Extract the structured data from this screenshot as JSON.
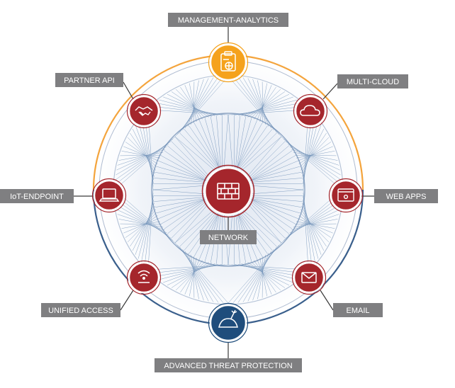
{
  "title": "",
  "colors": {
    "label_bg": "#7f7f81",
    "label_text": "#ffffff",
    "node_red": "#a5262c",
    "node_orange": "#f5a21c",
    "node_navy": "#1f4d7c",
    "orange_arc": "#f4a43c",
    "navy_arc": "#3a5f8c",
    "mesh": "#4e77a7"
  },
  "center": {
    "label": "NETWORK",
    "icon": "firewall-brick-icon"
  },
  "nodes": [
    {
      "key": "management",
      "label": "MANAGEMENT-ANALYTICS",
      "icon": "clipboard-chart-icon",
      "style": "orange"
    },
    {
      "key": "multicloud",
      "label": "MULTI-CLOUD",
      "icon": "cloud-icon",
      "style": "red"
    },
    {
      "key": "webapps",
      "label": "WEB APPS",
      "icon": "browser-window-icon",
      "style": "red"
    },
    {
      "key": "email",
      "label": "EMAIL",
      "icon": "envelope-icon",
      "style": "red"
    },
    {
      "key": "atp",
      "label": "ADVANCED THREAT PROTECTION",
      "icon": "sandbox-bucket-icon",
      "style": "navy"
    },
    {
      "key": "unified",
      "label": "UNIFIED ACCESS",
      "icon": "wifi-signal-icon",
      "style": "red"
    },
    {
      "key": "iot",
      "label": "IoT-ENDPOINT",
      "icon": "laptop-icon",
      "style": "red"
    },
    {
      "key": "partner",
      "label": "PARTNER API",
      "icon": "handshake-icon",
      "style": "red"
    }
  ]
}
